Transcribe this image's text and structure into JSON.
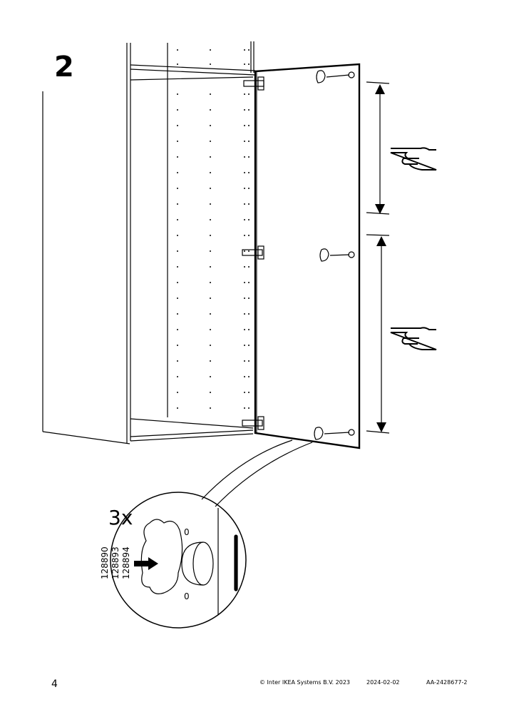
{
  "step": {
    "number": "2"
  },
  "detail": {
    "quantity": "3x",
    "part_numbers": [
      "128890",
      "128893",
      "128894"
    ]
  },
  "footer": {
    "page_number": "4",
    "copyright": "© Inter IKEA Systems B.V. 2023",
    "date": "2024-02-02",
    "doc_id": "AA-2428677-2"
  },
  "icons": [
    "pointing-hand-icon",
    "arrow-icon",
    "hinge-icon",
    "bumper-pad-icon"
  ]
}
